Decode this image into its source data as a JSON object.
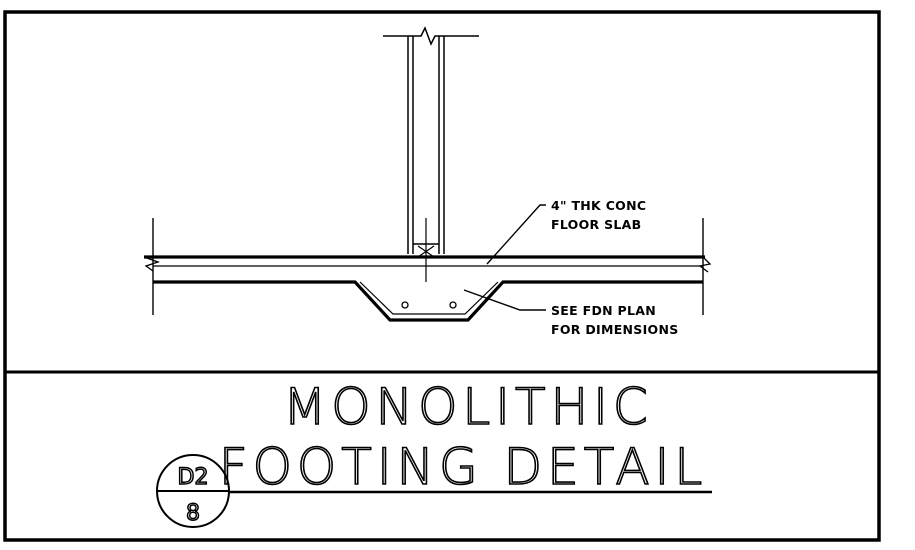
{
  "drawing": {
    "notes": {
      "slab_line1": "4\" THK CONC",
      "slab_line2": "FLOOR SLAB",
      "fdn_line1": "SEE FDN PLAN",
      "fdn_line2": "FOR DIMENSIONS"
    },
    "title": {
      "line1": "MONOLITHIC",
      "line2": "FOOTING DETAIL"
    },
    "bubble": {
      "detail": "D2",
      "sheet": "8"
    }
  }
}
